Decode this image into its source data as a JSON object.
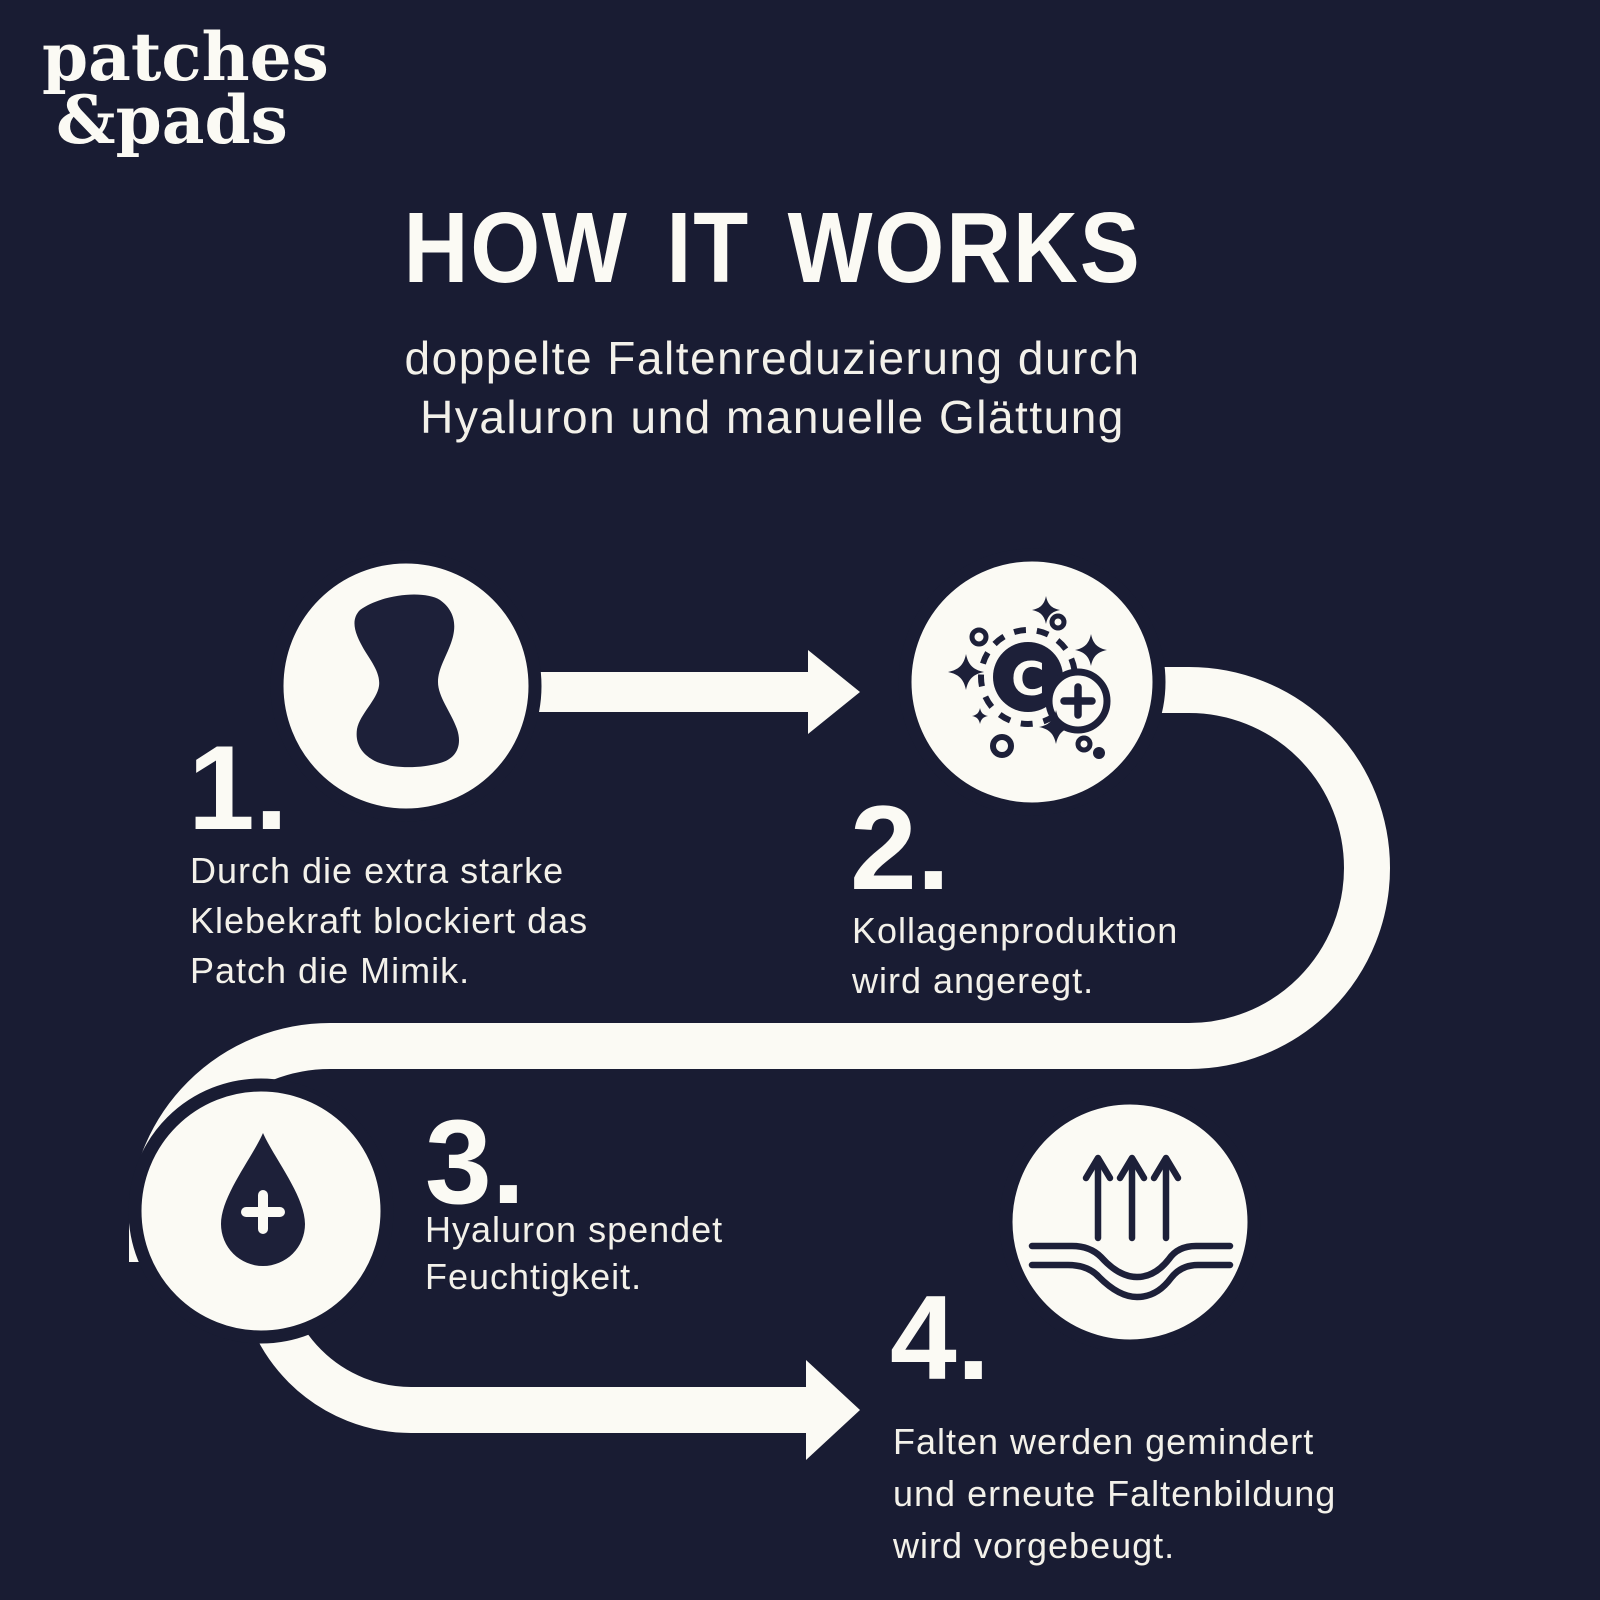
{
  "colors": {
    "background": "#191c33",
    "shape_white": "#fbfaf4",
    "text_offwhite": "#f3f1ea",
    "icon_navy": "#1d2039"
  },
  "logo": {
    "line1": "patches",
    "line2": "&pads"
  },
  "header": {
    "title": "HOW IT WORKS",
    "subtitle_line1": "doppelte Faltenreduzierung durch",
    "subtitle_line2": "Hyaluron und manuelle Glättung"
  },
  "steps": [
    {
      "number": "1.",
      "icon": "patch-icon",
      "lines": [
        "Durch die extra starke",
        "Klebekraft blockiert das",
        "Patch die Mimik."
      ]
    },
    {
      "number": "2.",
      "icon": "collagen-sparkle-icon",
      "collagen_letter": "C",
      "lines": [
        "Kollagenproduktion",
        "wird angeregt."
      ]
    },
    {
      "number": "3.",
      "icon": "droplet-plus-icon",
      "lines": [
        "Hyaluron spendet",
        "Feuchtigkeit."
      ]
    },
    {
      "number": "4.",
      "icon": "skin-smoothing-icon",
      "lines": [
        "Falten werden gemindert",
        "und erneute Faltenbildung",
        "wird vorgebeugt."
      ]
    }
  ]
}
